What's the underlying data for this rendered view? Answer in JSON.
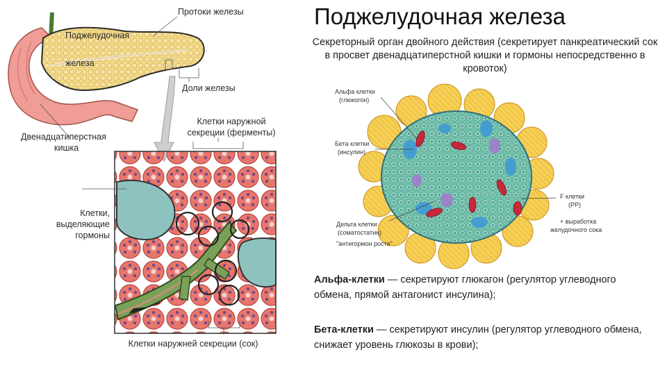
{
  "title": "Поджелудочная железа",
  "subtitle": "Секреторный орган двойного действия (секретирует панкреатический сок в просвет двенадцатиперстной кишки и гормоны непосредственно в кровоток)",
  "left_figure": {
    "ducts_label": "Протоки железы",
    "gland_label_1": "Поджелудочная",
    "gland_label_2": "железа",
    "lobes_label": "Доли железы",
    "duodenum_label_1": "Двенадцатиперстная",
    "duodenum_label_2": "кишка",
    "exo_enzymes_label_1": "Клетки наружной",
    "exo_enzymes_label_2": "секреции (ферменты)",
    "hormone_cells_label_1": "Клетки,",
    "hormone_cells_label_2": "выделяющие",
    "hormone_cells_label_3": "гормоны",
    "exo_juice_label": "Клетки наружней секреции (сок)"
  },
  "islet_figure": {
    "alpha_label_1": "Альфа клетки",
    "alpha_label_2": "(глюкогон)",
    "beta_label_1": "Бета клетки",
    "beta_label_2": "(инсулин)",
    "f_label_1": "F клетки",
    "f_label_2": "(PP)",
    "f_note_1": "+ выработка",
    "f_note_2": "желудочного сока",
    "delta_label_1": "Дельта клетки",
    "delta_label_2": "(соматостатин)",
    "delta_label_3": "\"антигормон роста\"",
    "colors": {
      "exocrine": "#f6cf55",
      "beta": "#74c2ae",
      "alpha": "#3f9ad4",
      "vessel": "#c8283a",
      "delta": "#9b82c9"
    }
  },
  "paragraphs": [
    {
      "term": "Альфа-клетки",
      "text": " — секретируют глюкагон (регулятор углеводного обмена, прямой антагонист инсулина);"
    },
    {
      "term": "Бета-клетки",
      "text": " — секретируют инсулин (регулятор углеводного обмена, снижает уровень глюкозы в крови);"
    }
  ]
}
